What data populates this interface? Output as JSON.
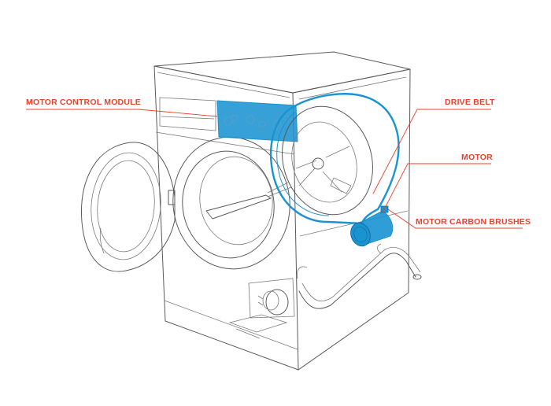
{
  "colors": {
    "label": "#e8432a",
    "highlight": "#1a93d1",
    "highlight_fill": "#1a93d1",
    "outline": "#5a5a5a"
  },
  "labels": {
    "motor_control_module": "MOTOR CONTROL MODULE",
    "drive_belt": "DRIVE BELT",
    "motor": "MOTOR",
    "motor_carbon_brushes": "MOTOR CARBON BRUSHES"
  }
}
